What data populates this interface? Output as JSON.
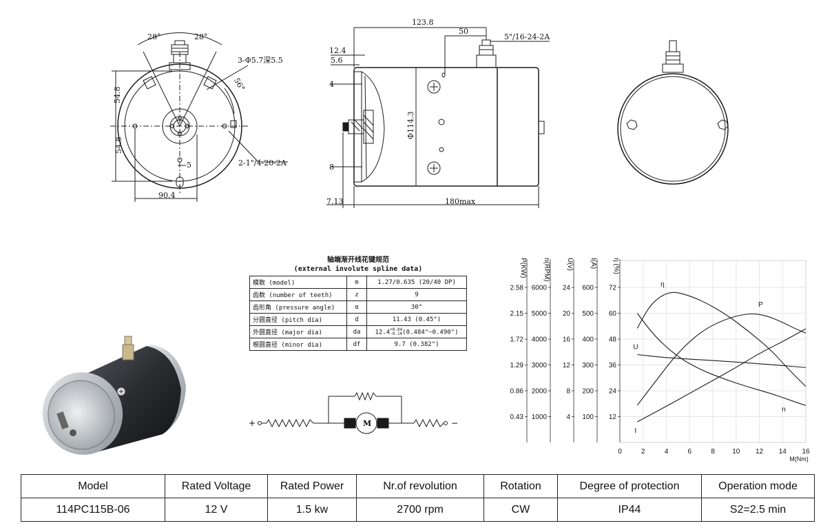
{
  "drawing": {
    "front_view": {
      "angle_left": "28°",
      "angle_right": "28°",
      "holes": "3-Φ5.7深5.5",
      "angle_56": "56°",
      "thread": "2-1\"/4-20-2A",
      "dim_54_8_top": "54.8",
      "dim_54_8_bottom": "54.8",
      "dim_5": "5",
      "dim_90_4": "90.4"
    },
    "side_view": {
      "dim_123_8": "123.8",
      "dim_50": "50",
      "terminal_thread": "5\"/16-24-2A",
      "dim_12_4": "12.4",
      "dim_5_6": "5.6",
      "dim_4": "4",
      "dim_8": "8",
      "dim_7_13": "7.13",
      "dim_180max": "180max",
      "diameter": "Φ114.3"
    }
  },
  "spline": {
    "title_cn": "轴端渐开线花键规范",
    "title_en": "(external involute spline data)",
    "rows": [
      {
        "name": "模数 (model)",
        "sym": "m",
        "val": "1.27/0.635 (20/40 DP)"
      },
      {
        "name": "齿数 (number of teeth)",
        "sym": "z",
        "val": "9"
      },
      {
        "name": "齿形角 (pressure angle)",
        "sym": "α",
        "val": "30°"
      },
      {
        "name": "分圆直径 (pitch dia)",
        "sym": "d",
        "val": "11.43 (0.45\")"
      },
      {
        "name": "外圆直径 (major dia)",
        "sym": "da",
        "val_main": "12.4",
        "val_sup": "+0.04",
        "val_sub": "-0.10",
        "val_rest": "(0.484\"—0.490\")"
      },
      {
        "name": "根圆直径 (minor dia)",
        "sym": "df",
        "val": "9.7 (0.382\")"
      }
    ]
  },
  "circuit": {
    "plus": "+",
    "minus": "−",
    "motor": "M"
  },
  "chart_data": {
    "type": "line",
    "xlabel": "M(Nm)",
    "x_ticks": [
      0,
      2,
      4,
      6,
      8,
      10,
      12,
      14,
      16
    ],
    "axes": [
      {
        "label": "P(KW)",
        "ticks": [
          "0.43",
          "0.86",
          "1.29",
          "1.72",
          "2.15",
          "2.58"
        ]
      },
      {
        "label": "n(RPM)",
        "ticks": [
          "1000",
          "2000",
          "3000",
          "4000",
          "5000",
          "6000"
        ]
      },
      {
        "label": "U(v)",
        "ticks": [
          "4",
          "8",
          "12",
          "16",
          "20",
          "24"
        ]
      },
      {
        "label": "I(A)",
        "ticks": [
          "100",
          "200",
          "300",
          "400",
          "500",
          "600"
        ]
      },
      {
        "label": "η (%)",
        "ticks": [
          "12",
          "24",
          "36",
          "48",
          "60",
          "72"
        ]
      }
    ],
    "series": [
      {
        "name": "η",
        "unit": "%",
        "x": [
          1.5,
          2.5,
          3.5,
          4.5,
          5.5,
          7,
          9,
          11,
          13,
          14.5,
          16
        ],
        "y": [
          53,
          63,
          68,
          70,
          69,
          66,
          60,
          52,
          43,
          34,
          26
        ]
      },
      {
        "name": "P",
        "unit": "KW",
        "x": [
          1.5,
          3,
          5,
          7,
          9,
          11,
          12.5,
          14,
          15,
          16
        ],
        "y": [
          0.62,
          1.0,
          1.5,
          1.85,
          2.05,
          2.15,
          2.12,
          2.0,
          1.9,
          1.82
        ]
      },
      {
        "name": "U",
        "unit": "v",
        "x": [
          1.5,
          4,
          8,
          12,
          16
        ],
        "y": [
          13.6,
          13.1,
          12.7,
          12.2,
          11.6
        ]
      },
      {
        "name": "n",
        "unit": "RPM",
        "x": [
          1.5,
          3,
          5,
          7,
          9,
          11,
          13,
          15,
          16
        ],
        "y": [
          5000,
          4100,
          3300,
          2800,
          2450,
          2150,
          1900,
          1580,
          1430
        ]
      },
      {
        "name": "I",
        "unit": "A",
        "x": [
          1.5,
          4,
          6,
          8,
          10,
          12,
          14,
          16
        ],
        "y": [
          80,
          140,
          190,
          240,
          290,
          345,
          390,
          440
        ]
      }
    ]
  },
  "specs": {
    "headers": [
      "Model",
      "Rated Voltage",
      "Rated Power",
      "Nr.of revolution",
      "Rotation",
      "Degree of protection",
      "Operation mode"
    ],
    "values": [
      "114PC115B-06",
      "12 V",
      "1.5 kw",
      "2700 rpm",
      "CW",
      "IP44",
      "S2=2.5 min"
    ]
  },
  "colors": {
    "motor_body": "#2a2c30",
    "motor_cap": "#b7bcc2",
    "line": "#1a1a1a"
  }
}
